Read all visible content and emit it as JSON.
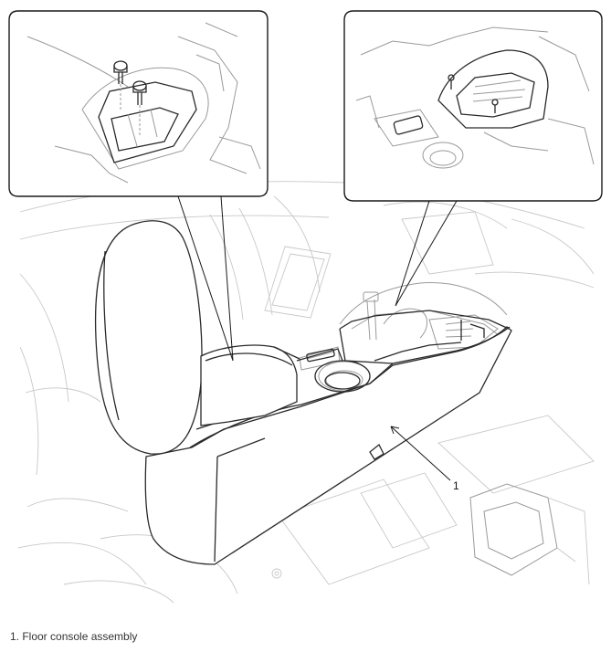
{
  "figure": {
    "callouts": [
      {
        "number": "1",
        "part": "floor-console-assembly"
      }
    ],
    "legend": [
      {
        "text": "1. Floor console assembly"
      }
    ]
  }
}
